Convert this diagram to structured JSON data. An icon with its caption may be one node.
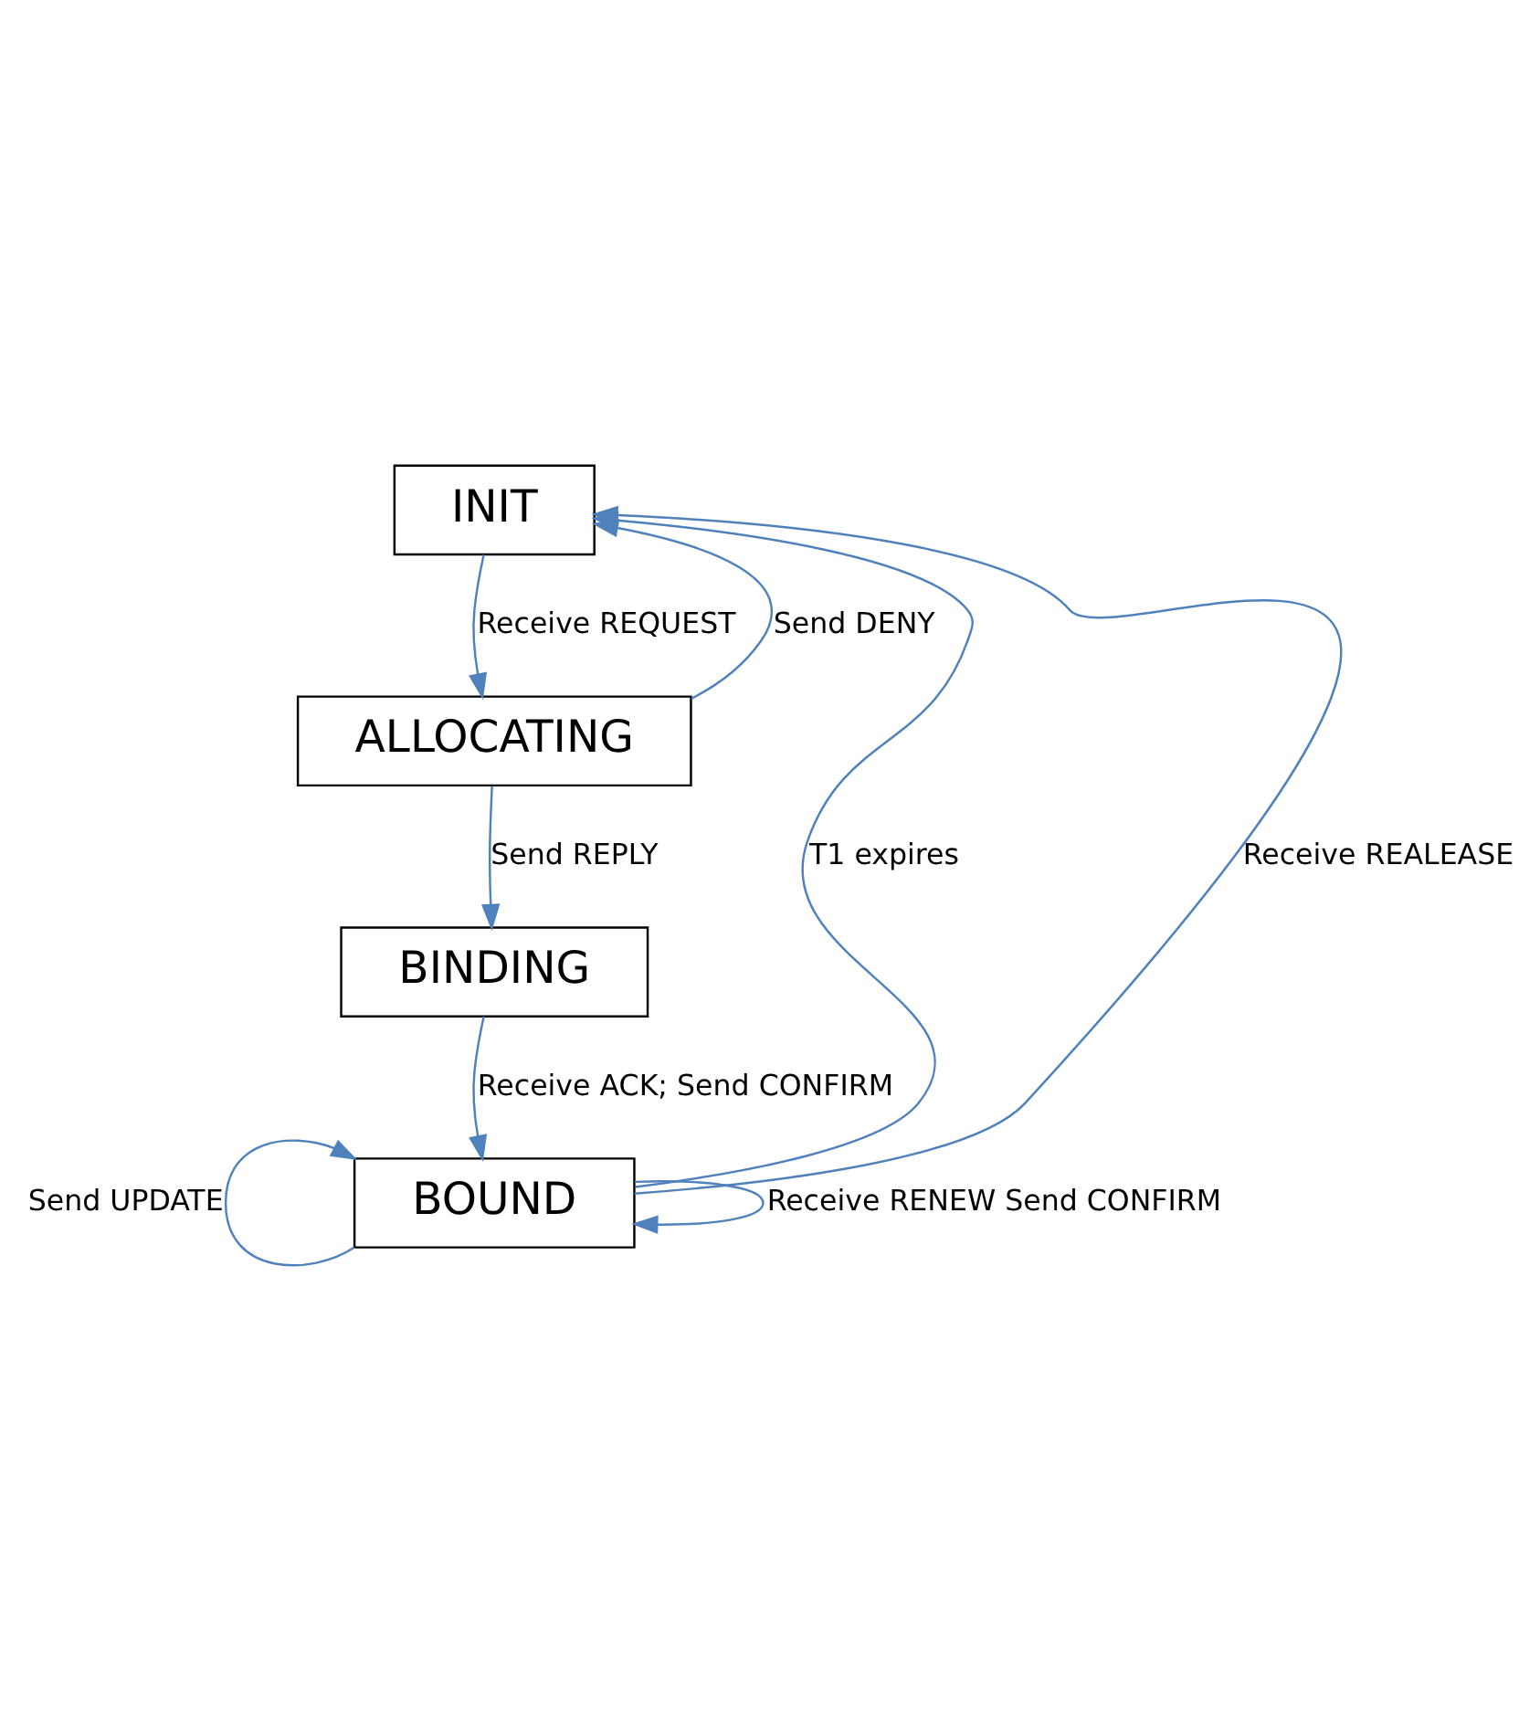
{
  "diagram": {
    "nodes": [
      {
        "text": [
          "INIT"
        ]
      },
      {
        "text": [
          "ALLOCATING"
        ]
      },
      {
        "text": [
          "BINDING"
        ]
      },
      {
        "text": [
          "BOUND"
        ]
      }
    ],
    "edges": [
      {
        "from": 0,
        "to": 1,
        "arrow": "to",
        "label": "Receive REQUEST"
      },
      {
        "from": 1,
        "to": 0,
        "arrow": "to",
        "label": "Send DENY"
      },
      {
        "from": 1,
        "to": 2,
        "arrow": "to",
        "label": "Send REPLY"
      },
      {
        "from": 2,
        "to": 3,
        "arrow": "to",
        "label": "Receive ACK; Send CONFIRM"
      },
      {
        "from": 3,
        "to": 3,
        "arrow": "to",
        "label": "Receive RENEW Send CONFIRM"
      },
      {
        "from": 3,
        "to": 3,
        "arrow": "to",
        "label": "Send UPDATE"
      },
      {
        "from": 3,
        "to": 0,
        "arrow": "to",
        "label": "T1 expires"
      },
      {
        "from": 3,
        "to": 0,
        "arrow": "to",
        "label": "Receive REALEASE"
      }
    ]
  }
}
